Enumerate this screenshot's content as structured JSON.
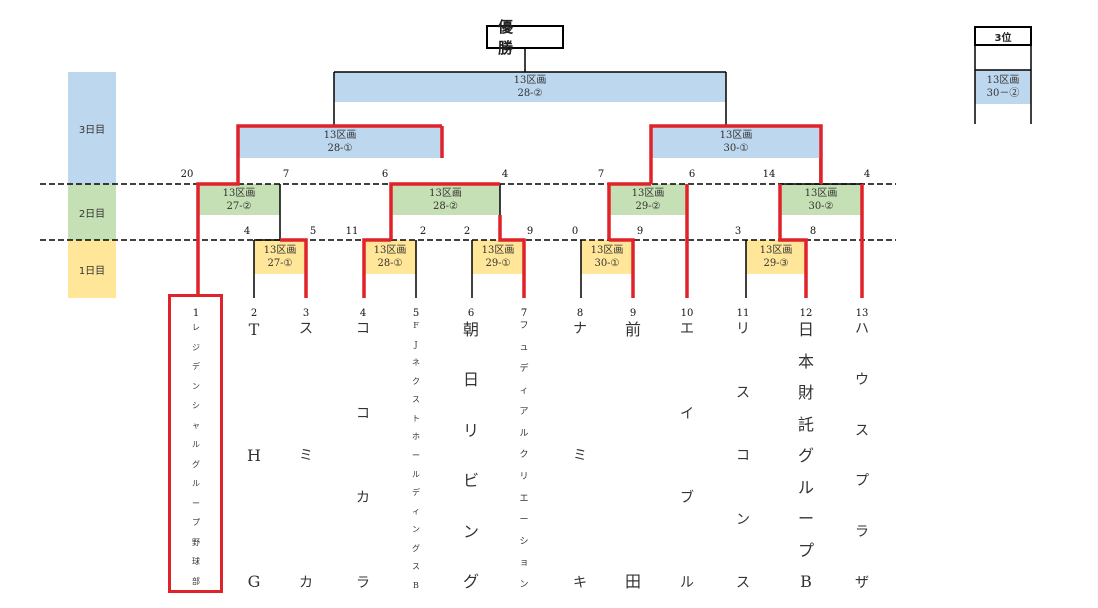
{
  "champion_label": "優 勝",
  "third_label": "3位",
  "days": [
    "3日目",
    "2日目",
    "1日目"
  ],
  "matches": [
    {
      "id": "final",
      "l1": "13区画",
      "l2": "28-②"
    },
    {
      "id": "sf1",
      "l1": "13区画",
      "l2": "28-①"
    },
    {
      "id": "sf2",
      "l1": "13区画",
      "l2": "30-①"
    },
    {
      "id": "qf1",
      "l1": "13区画",
      "l2": "27-②"
    },
    {
      "id": "qf2",
      "l1": "13区画",
      "l2": "28-②"
    },
    {
      "id": "qf3",
      "l1": "13区画",
      "l2": "29-②"
    },
    {
      "id": "qf4",
      "l1": "13区画",
      "l2": "30-②"
    },
    {
      "id": "r1a",
      "l1": "13区画",
      "l2": "27-①"
    },
    {
      "id": "r1b",
      "l1": "13区画",
      "l2": "28-①"
    },
    {
      "id": "r1c",
      "l1": "13区画",
      "l2": "29-①"
    },
    {
      "id": "r1d",
      "l1": "13区画",
      "l2": "30-①"
    },
    {
      "id": "r1e",
      "l1": "13区画",
      "l2": "29-③"
    },
    {
      "id": "third",
      "l1": "13区画",
      "l2": "30－②"
    }
  ],
  "scores": {
    "day2": [
      "20",
      "7",
      "6",
      "4",
      "7",
      "6",
      "14",
      "4"
    ],
    "day1": [
      "4",
      "5",
      "11",
      "2",
      "2",
      "9",
      "0",
      "9",
      "3",
      "8"
    ]
  },
  "teams": [
    {
      "num": "1",
      "name": "レジデンシャルグループ野球部"
    },
    {
      "num": "2",
      "name": "THG"
    },
    {
      "num": "3",
      "name": "スミカ"
    },
    {
      "num": "4",
      "name": "ココカラ"
    },
    {
      "num": "5",
      "name": "FJネクストホールディングスB"
    },
    {
      "num": "6",
      "name": "朝日リビング"
    },
    {
      "num": "7",
      "name": "フュディアルクリエーション"
    },
    {
      "num": "8",
      "name": "ナミキ"
    },
    {
      "num": "9",
      "name": "前田"
    },
    {
      "num": "10",
      "name": "エイブル"
    },
    {
      "num": "11",
      "name": "リスコンス"
    },
    {
      "num": "12",
      "name": "日本財託グループB"
    },
    {
      "num": "13",
      "name": "ハウスプラザ"
    }
  ]
}
